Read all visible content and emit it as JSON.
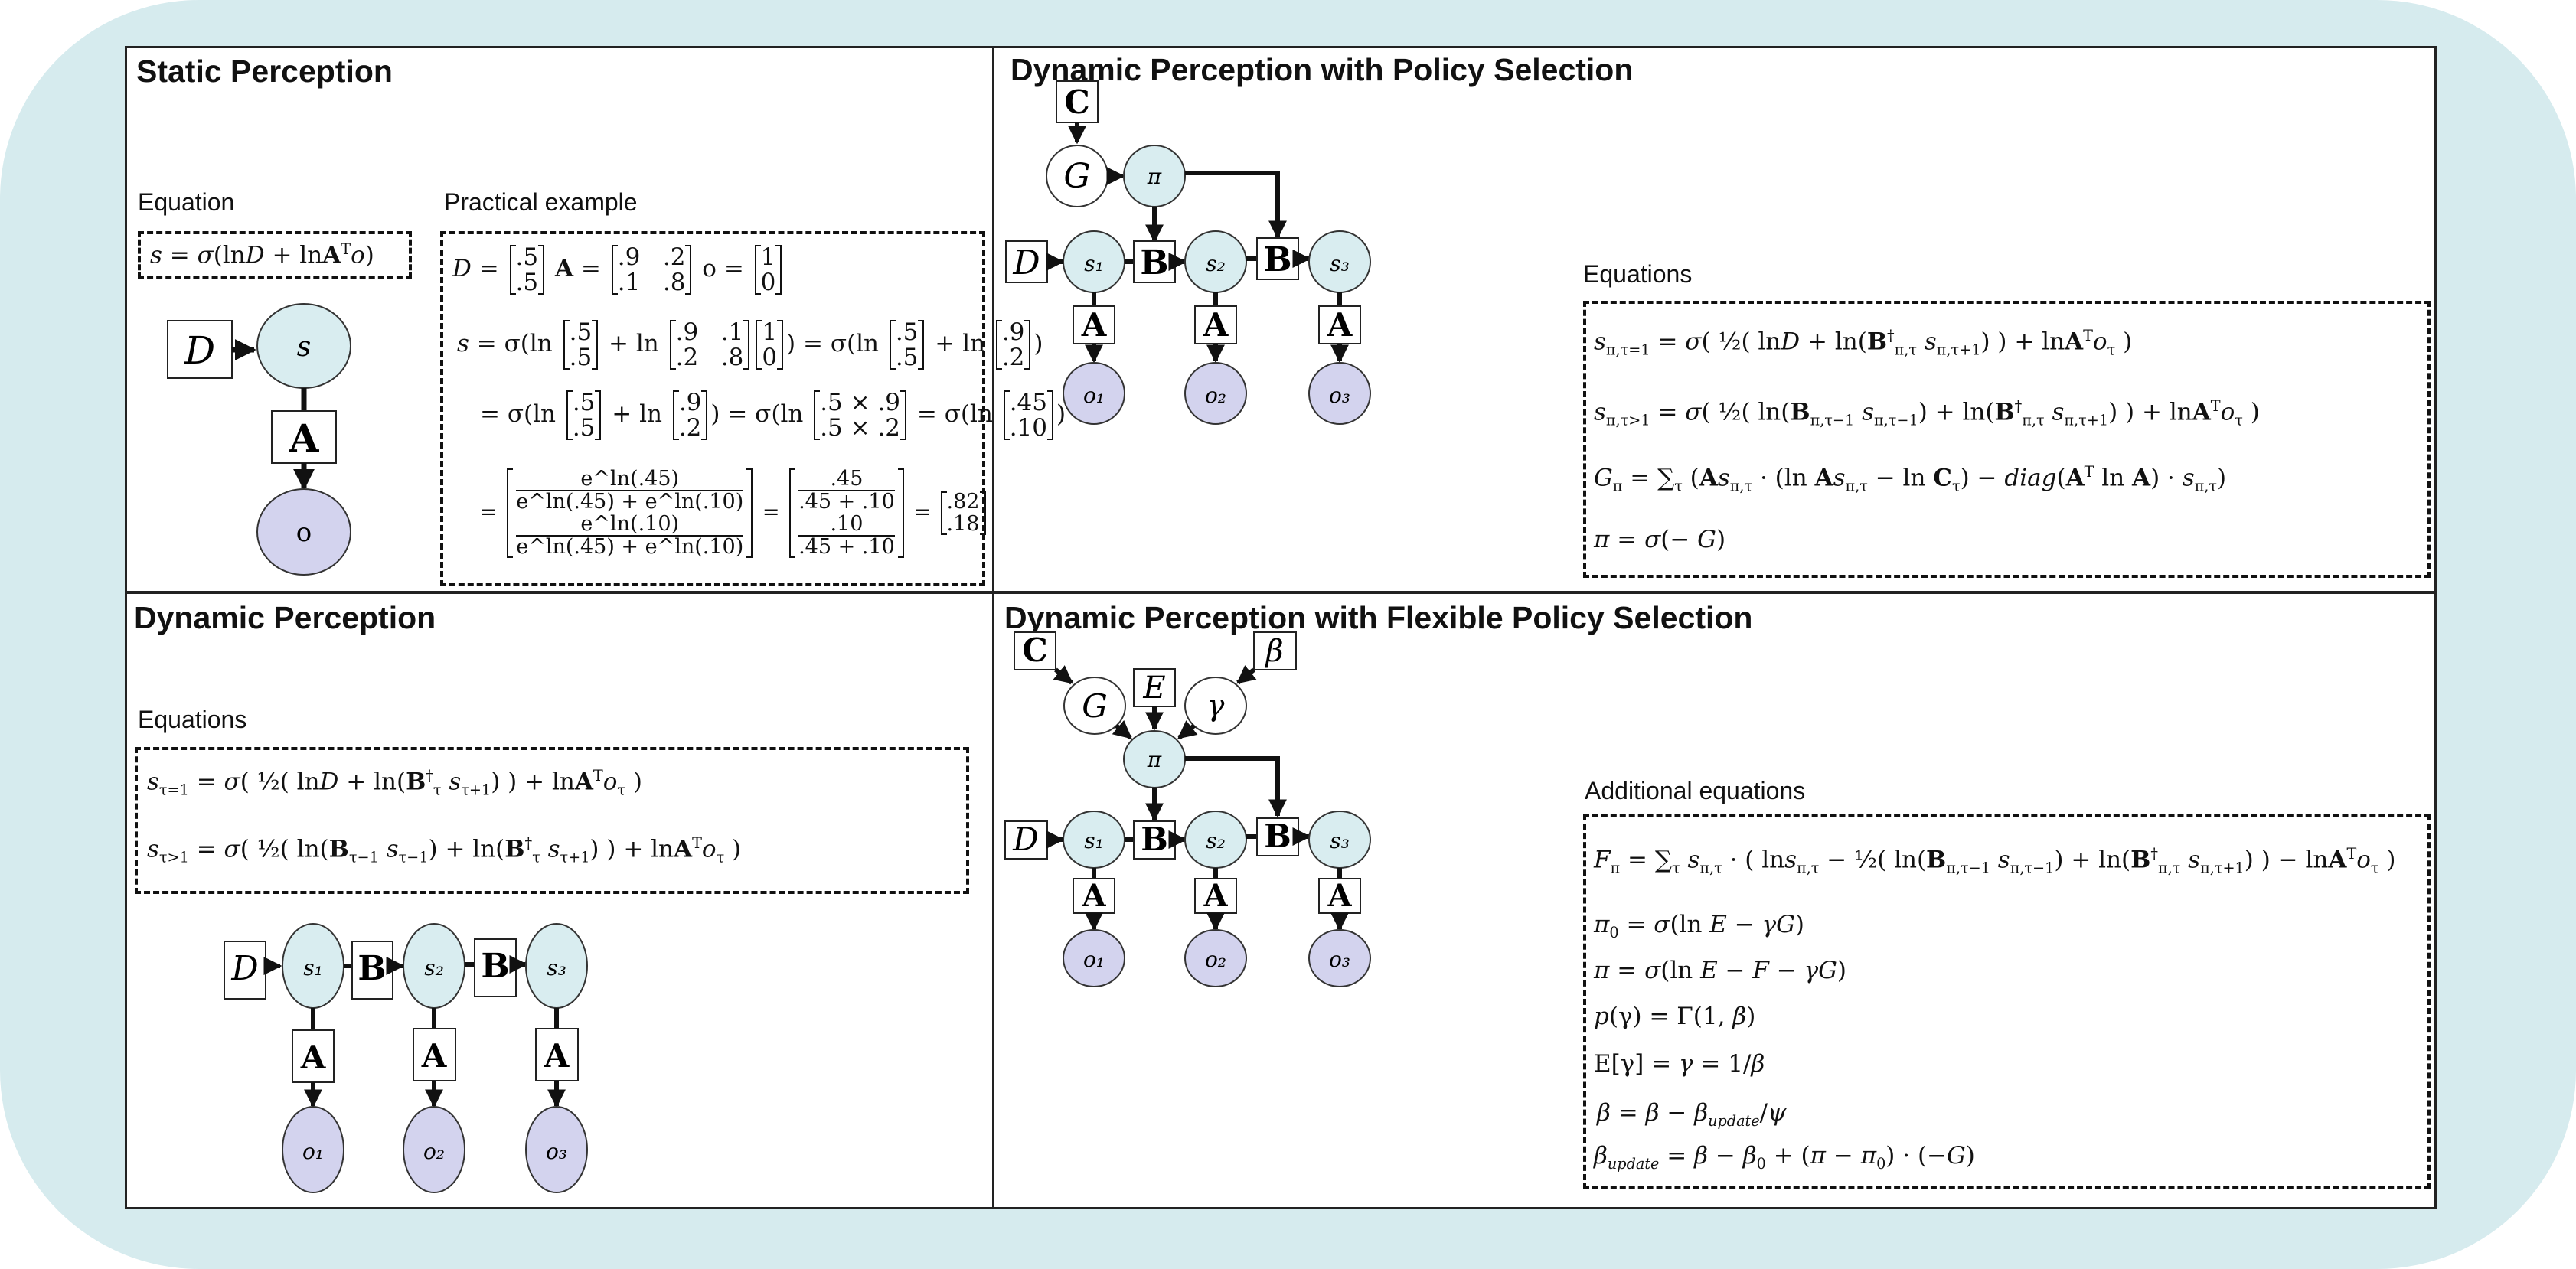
{
  "panels": {
    "static": {
      "title": "Static Perception",
      "equation_label": "Equation",
      "equation": "s = σ(lnD + lnAᵀo)",
      "example_label": "Practical example",
      "example_lines": [
        "D = [.5; .5]   A = [.9 .2; .1 .8]   o = [1; 0]",
        "s = σ(ln[.5; .5] + ln[.9 .1; .2 .8][1; 0]) = σ(ln[.5; .5] + ln[.9; .2])",
        "= σ(ln[.5; .5] + ln[.9; .2]) = σ(ln[.5 × .9; .5 × .2] = σ(ln[.45; .10])",
        "= [e^ln(.45)/(e^ln(.45) + e^ln(.10)); e^ln(.10)/(e^ln(.45) + e^ln(.10))] = [.45/(.45 + .10); .10/(.45 + .10)] = [.82; .18]"
      ],
      "example": {
        "D": [
          ".5",
          ".5"
        ],
        "A": [
          [
            ".9",
            ".2"
          ],
          [
            ".1",
            ".8"
          ]
        ],
        "o": [
          "1",
          "0"
        ],
        "A_used": [
          [
            ".9",
            ".1"
          ],
          [
            ".2",
            ".8"
          ]
        ],
        "Ao": [
          ".9",
          ".2"
        ],
        "prod": [
          ".5 × .9",
          ".5 × .2"
        ],
        "prod_val": [
          ".45",
          ".10"
        ],
        "softmax_num": [
          "e^ln(.45)",
          "e^ln(.10)"
        ],
        "softmax_den": "e^ln(.45) + e^ln(.10)",
        "frac_num": [
          ".45",
          ".10"
        ],
        "frac_den": ".45 + .10",
        "result": [
          ".82",
          ".18"
        ]
      },
      "nodes": {
        "D": "D",
        "s": "s",
        "A": "A",
        "o": "o"
      }
    },
    "policy": {
      "title": "Dynamic Perception with Policy Selection",
      "equations_label": "Equations",
      "equations": [
        "s_{π,τ=1} = σ( ½( lnD + ln(B†_{π,τ} s_{π,τ+1}) ) + lnAᵀo_τ )",
        "s_{π,τ>1} = σ( ½( ln(B_{π,τ−1} s_{π,τ−1}) + ln(B†_{π,τ} s_{π,τ+1}) ) + lnAᵀo_τ )",
        "G_π = Σ_τ ( As_{π,τ} · (ln As_{π,τ} − ln C_τ) − diag(Aᵀ ln A) · s_{π,τ} )",
        "π = σ(− G)"
      ],
      "nodes": {
        "C": "C",
        "G": "G",
        "pi": "π",
        "D": "D",
        "B": "B",
        "A": "A",
        "s": [
          "s₁",
          "s₂",
          "s₃"
        ],
        "o": [
          "o₁",
          "o₂",
          "o₃"
        ]
      }
    },
    "dynamic": {
      "title": "Dynamic Perception",
      "equations_label": "Equations",
      "equations": [
        "s_{τ=1} = σ( ½( lnD + ln(B†_τ s_{τ+1}) ) + lnAᵀo_τ )",
        "s_{τ>1} = σ( ½( ln(B_{τ−1} s_{τ−1}) + ln(B†_τ s_{τ+1}) ) + lnAᵀo_τ )"
      ],
      "nodes": {
        "D": "D",
        "B": "B",
        "A": "A",
        "s": [
          "s₁",
          "s₂",
          "s₃"
        ],
        "o": [
          "o₁",
          "o₂",
          "o₃"
        ]
      }
    },
    "flexible": {
      "title": "Dynamic Perception with Flexible Policy Selection",
      "equations_label": "Additional equations",
      "equations": [
        "F_π = Σ_τ s_{π,τ} · ( lns_{π,τ} − ½( ln(B_{π,τ−1} s_{π,τ−1}) + ln(B†_{π,τ} s_{π,τ+1}) ) − lnAᵀo_τ )",
        "π₀ = σ(ln E − γG)",
        "π = σ(ln E − F − γG)",
        "p(γ) = Γ(1, β)",
        "E[γ] = γ = 1/β",
        "β = β − β_update/ψ",
        "β_update = β − β₀ + (π − π₀) · (−G)"
      ],
      "nodes": {
        "C": "C",
        "beta": "β",
        "G": "G",
        "E": "E",
        "gamma": "γ",
        "pi": "π",
        "D": "D",
        "B": "B",
        "A": "A",
        "s": [
          "s₁",
          "s₂",
          "s₃"
        ],
        "o": [
          "o₁",
          "o₂",
          "o₃"
        ]
      }
    }
  },
  "colors": {
    "background": "#d6ebee",
    "hidden_state_fill": "#d9edf0",
    "observation_fill": "#d3d3ee",
    "node_stroke": "#333333"
  }
}
